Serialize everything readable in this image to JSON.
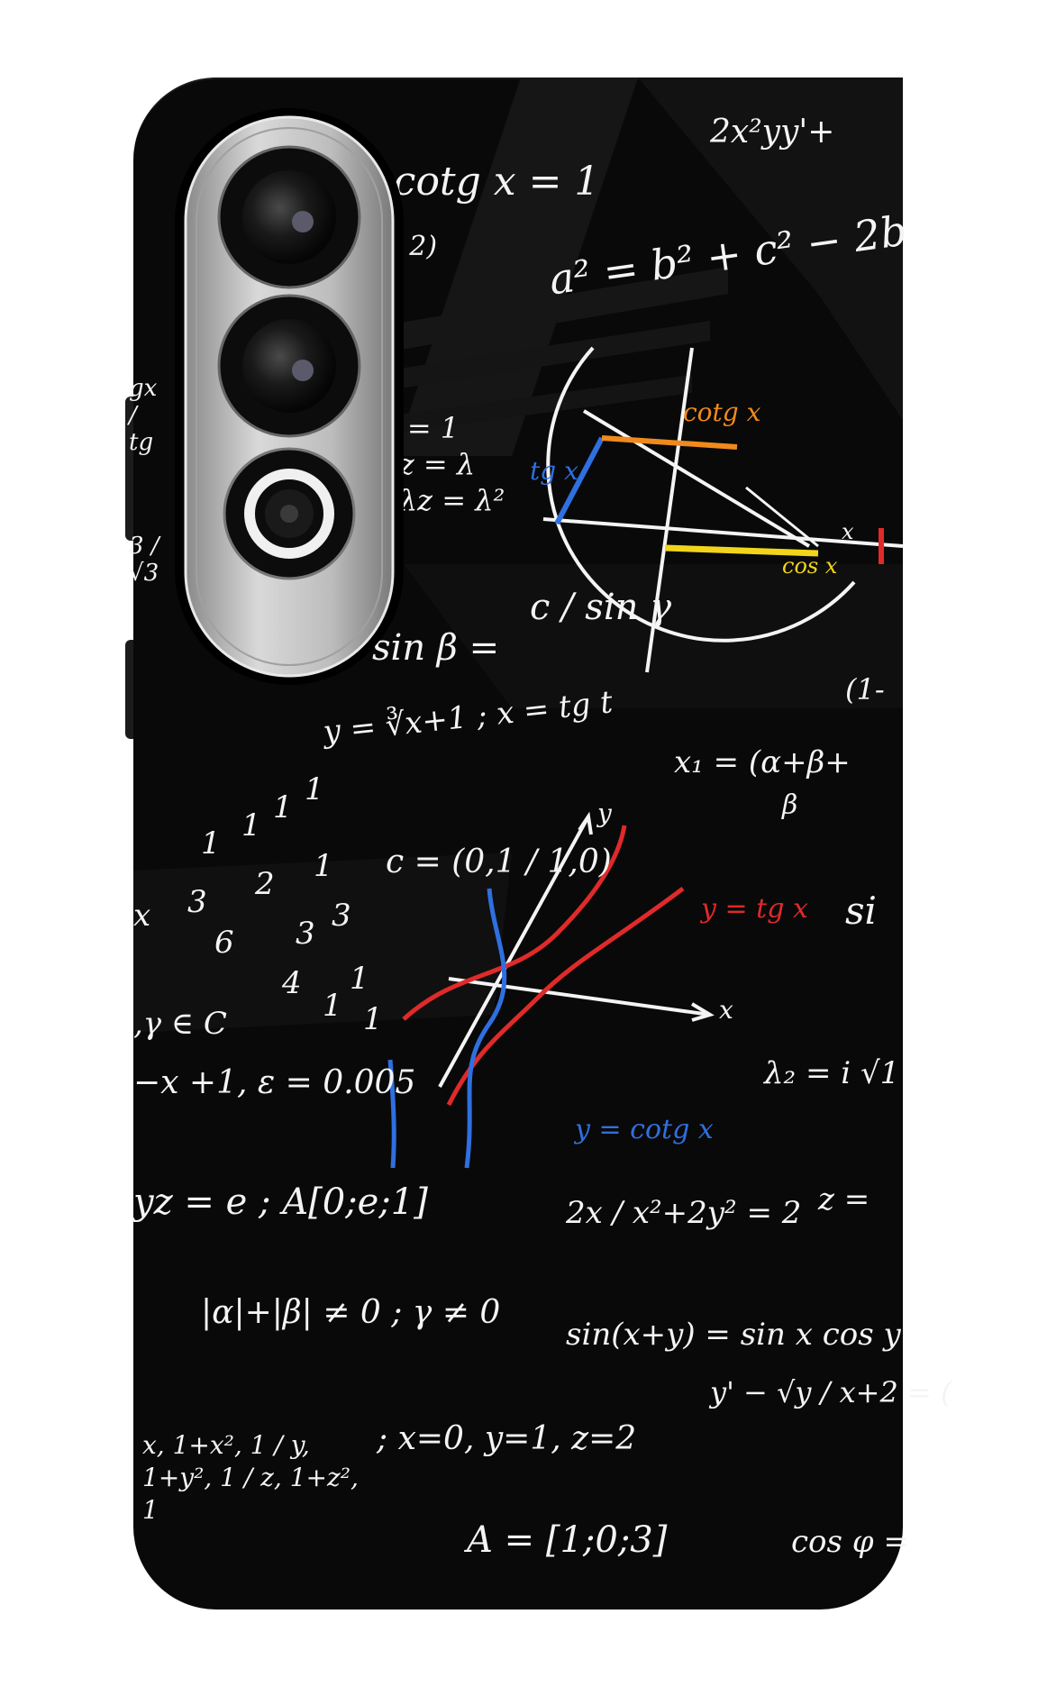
{
  "colors": {
    "case": "#090909",
    "chalk": "#f4f4f4",
    "blue": "#2f6fe0",
    "red": "#e02a2a",
    "orange": "#f08a1c",
    "yellow": "#f2d51a",
    "camera_module": "#c9c9c9"
  },
  "equations": {
    "e1": "x·cotg x = 1",
    "e2": "2x²yy'+",
    "e3": "a² = b² + c² − 2b",
    "e4": "0 / 2)",
    "e5": "+z = 1",
    "e6": "y+z = λ",
    "e7": "y+λz = λ²",
    "e8": "c / sin γ",
    "e9": "sin β  =",
    "e10": "y = ∛x+1  ; x = tg t",
    "e11": "x₁ = (α+β+",
    "e12": "c = (0,1 / 1,0)",
    "e13": ",γ ∈ C",
    "e14": "−x +1, ε = 0.005",
    "e15": "λ₂ = i √1",
    "e16": "yz = e ; A[0;e;1]",
    "e17": "2x / x²+2y² = 2",
    "e18": "z =",
    "e19": "|α|+|β| ≠ 0 ; γ ≠ 0",
    "e20": "sin(x+y) = sin x cos y",
    "e21": "y' − √y / x+2 = (",
    "e22": "x, 1+x², 1 / y, 1+y², 1 / z, 1+z², 1",
    "e23": "; x=0, y=1, z=2",
    "e24": "A = [1;0;3]",
    "e25": "cos φ =",
    "e26": "(1-",
    "e27": "β",
    "e28": "si",
    "e29": "gx / tg",
    "e30": "3 / √3"
  },
  "graph_labels": {
    "y_eq_tgx": "y = tg x",
    "y_eq_cotgx": "y = cotg x",
    "axis_x": "x",
    "axis_y": "y",
    "circle_cotgx": "cotg x",
    "circle_tgx": "tg x",
    "circle_cosx": "cos x",
    "circle_x": "x"
  },
  "scattered_digits": [
    "1",
    "1",
    "1",
    "1",
    "1",
    "2",
    "3",
    "3",
    "6",
    "3",
    "1",
    "4",
    "1",
    "1",
    "x"
  ],
  "icons": [
    "camera-lens-icon",
    "camera-lens-icon",
    "flash-ring-icon"
  ]
}
